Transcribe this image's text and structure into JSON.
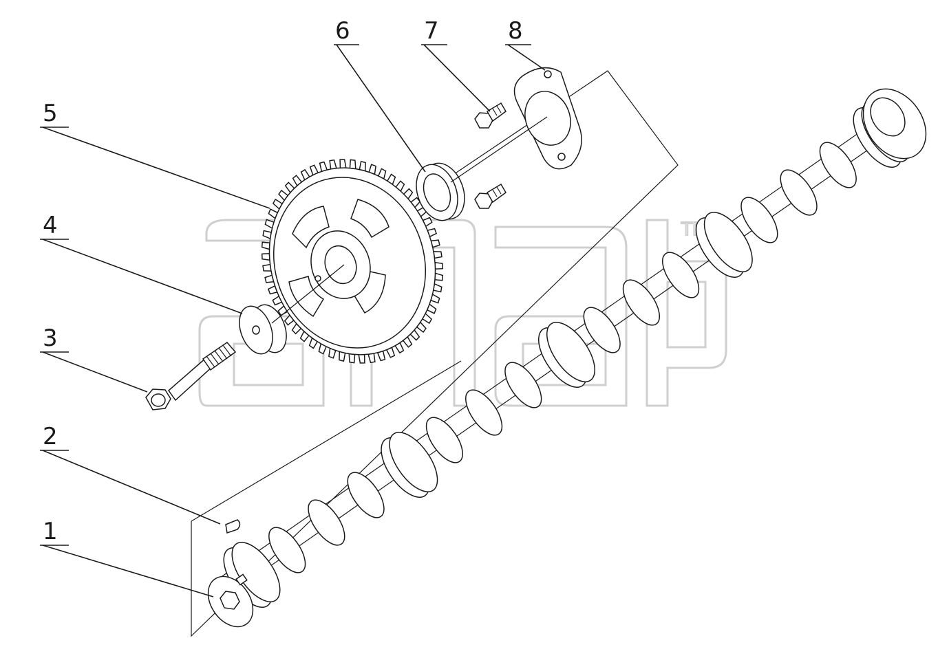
{
  "callouts": [
    {
      "number": "1",
      "part": "camshaft"
    },
    {
      "number": "2",
      "part": "key"
    },
    {
      "number": "3",
      "part": "bolt"
    },
    {
      "number": "4",
      "part": "washer"
    },
    {
      "number": "5",
      "part": "camshaft-gear"
    },
    {
      "number": "6",
      "part": "spacer-ring"
    },
    {
      "number": "7",
      "part": "flange-bolt"
    },
    {
      "number": "8",
      "part": "thrust-plate"
    }
  ],
  "watermark": {
    "text": "TM"
  }
}
